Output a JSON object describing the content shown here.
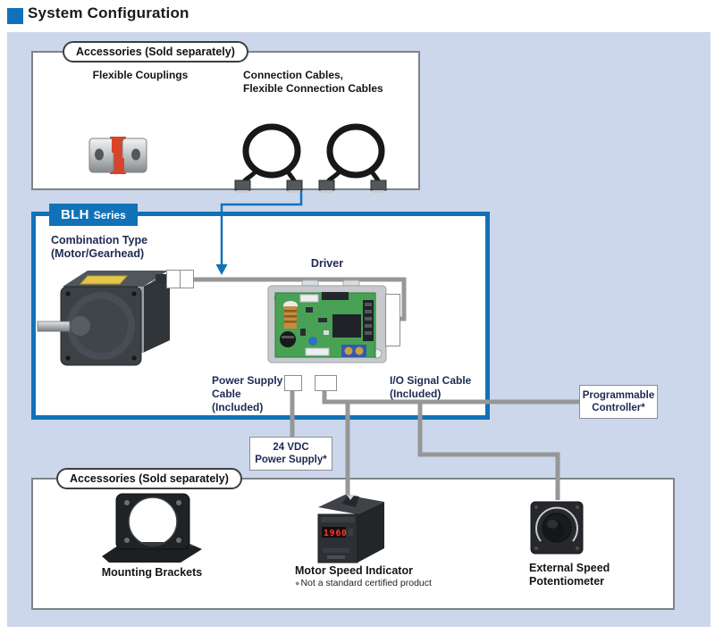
{
  "title": "System Configuration",
  "colors": {
    "accent_blue": "#1272b8",
    "panel_bg": "#ccd7eb",
    "label_navy": "#1e2a52",
    "cable_gray": "#999999"
  },
  "accessories_top": {
    "tag": "Accessories (Sold separately)",
    "items": [
      {
        "icon": "flexible-coupling-image",
        "label": "Flexible Couplings"
      },
      {
        "icon": "connection-cables-image",
        "label": "Connection Cables,\nFlexible Connection Cables"
      }
    ]
  },
  "blh": {
    "series_name": "BLH",
    "series_suffix": "Series",
    "motor_label": "Combination Type\n(Motor/Gearhead)",
    "driver_label": "Driver",
    "power_cable_label": "Power Supply\nCable\n(Included)",
    "io_cable_label": "I/O Signal Cable\n(Included)"
  },
  "external": {
    "programmable_controller": "Programmable\nController*",
    "power_supply": "24 VDC\nPower Supply*"
  },
  "accessories_bottom": {
    "tag": "Accessories (Sold separately)",
    "items": [
      {
        "icon": "mounting-bracket-image",
        "label": "Mounting Brackets"
      },
      {
        "icon": "motor-speed-indicator-image",
        "label": "Motor Speed Indicator",
        "bullet": "●",
        "note": "Not a standard certified product",
        "display_value": "1960"
      },
      {
        "icon": "speed-potentiometer-image",
        "label": "External Speed\nPotentiometer"
      }
    ]
  }
}
